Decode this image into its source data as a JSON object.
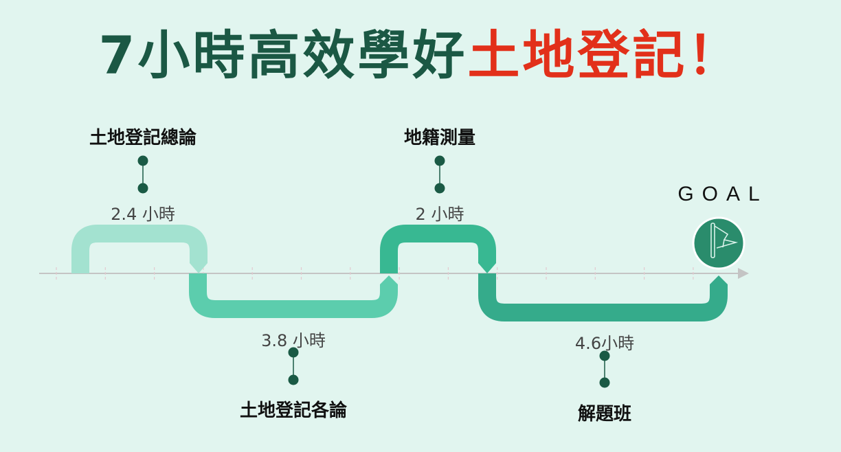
{
  "title": {
    "part1": "7小時高效學好",
    "part2": "土地登記！"
  },
  "goal_label": "GOAL",
  "stages": [
    {
      "topic": "土地登記總論",
      "hours": "2.4 小時",
      "color": "#a3e2d0"
    },
    {
      "topic": "土地登記各論",
      "hours": "3.8 小時",
      "color": "#5ccdad"
    },
    {
      "topic": "地籍測量",
      "hours": "2 小時",
      "color": "#38b892"
    },
    {
      "topic": "解題班",
      "hours": "4.6小時",
      "color": "#35ab8b"
    }
  ],
  "icons": {
    "goal": "flag-icon"
  },
  "colors": {
    "accent_green": "#1b5844",
    "accent_red": "#e2301a",
    "dot": "#1a5a45",
    "goal_circle": "#2a8c6c"
  }
}
